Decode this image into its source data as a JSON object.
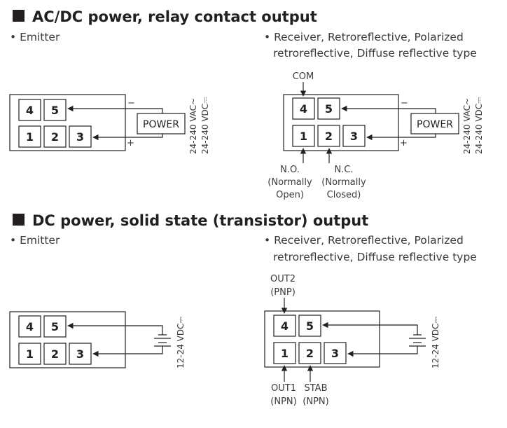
{
  "sections": [
    {
      "title": "AC/DC power, relay contact output",
      "emitter_label": "• Emitter",
      "receiver_label_line1": "• Receiver, Retroreflective, Polarized",
      "receiver_label_line2": "retroreflective, Diffuse reflective type",
      "power_label": "POWER",
      "voltage_line1": "24-240 VAC~",
      "voltage_line2": "24-240 VDC⎓",
      "minus_sign": "−",
      "plus_sign": "+",
      "com_label": "COM",
      "no_label": [
        "N.O.",
        "(Normally",
        "Open)"
      ],
      "nc_label": [
        "N.C.",
        "(Normally",
        "Closed)"
      ]
    },
    {
      "title": "DC power, solid state (transistor) output",
      "emitter_label": "• Emitter",
      "receiver_label_line1": "• Receiver, Retroreflective, Polarized",
      "receiver_label_line2": "retroreflective, Diffuse reflective type",
      "voltage": "12-24 VDC⎓",
      "out2_label": [
        "OUT2",
        "(PNP)"
      ],
      "out1_label": [
        "OUT1",
        "(NPN)"
      ],
      "stab_label": [
        "STAB",
        "(NPN)"
      ]
    }
  ],
  "terminals": [
    "1",
    "2",
    "3",
    "4",
    "5"
  ]
}
